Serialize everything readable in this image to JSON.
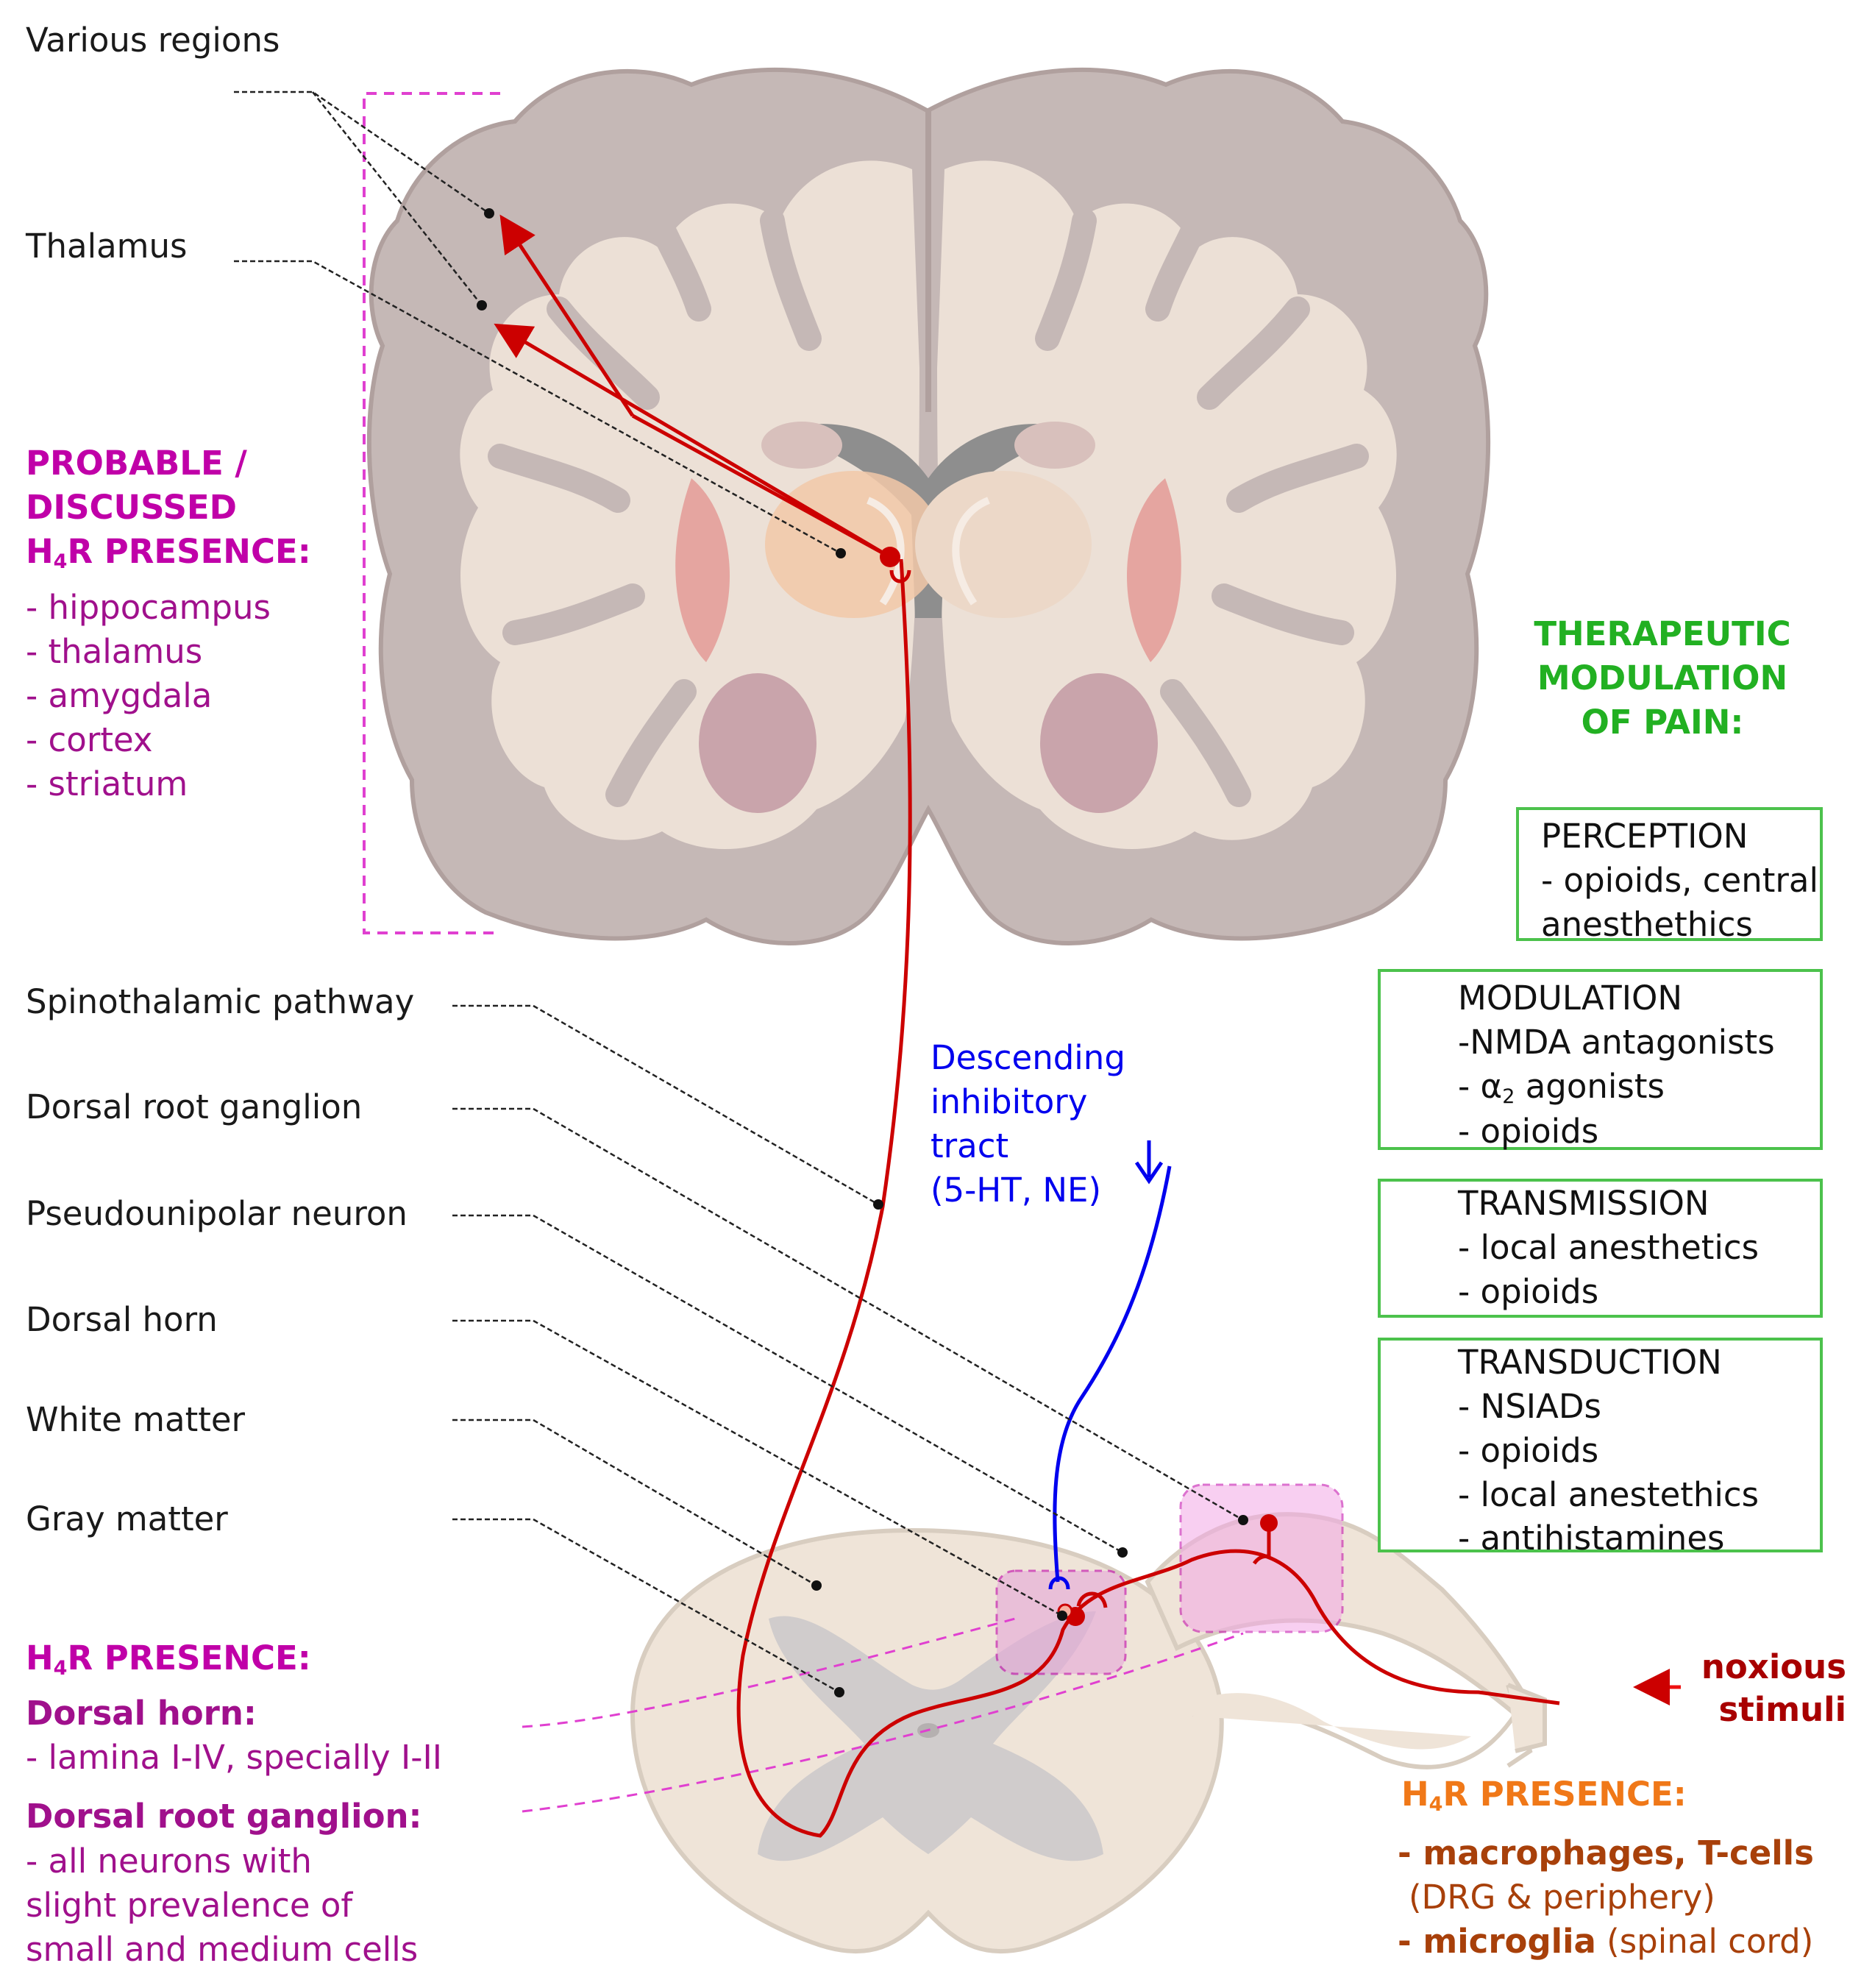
{
  "labels": {
    "various_regions": "Various regions",
    "thalamus": "Thalamus",
    "spinothalamic": "Spinothalamic pathway",
    "drg": "Dorsal root ganglion",
    "pseudounipolar": "Pseudounipolar neuron",
    "dorsal_horn": "Dorsal horn",
    "white_matter": "White matter",
    "gray_matter": "Gray matter"
  },
  "probable": {
    "line1": "PROBABLE /",
    "line2": "DISCUSSED",
    "h4r_prefix": "H",
    "h4r_sub": "4",
    "h4r_suffix": "R  PRESENCE:",
    "items": [
      "- hippocampus",
      "- thalamus",
      "- amygdala",
      "- cortex",
      "- striatum"
    ]
  },
  "therapeutic": {
    "title_lines": [
      "THERAPEUTIC",
      "MODULATION",
      "OF PAIN:"
    ],
    "perception": {
      "title": "PERCEPTION",
      "lines": [
        "- opioids, central",
        "anesthethics"
      ]
    },
    "modulation": {
      "title": "MODULATION",
      "line1": "-NMDA antagonists",
      "alpha_prefix": "- α",
      "alpha_sub": "2",
      "alpha_suffix": " agonists",
      "line3": "- opioids"
    },
    "transmission": {
      "title": "TRANSMISSION",
      "lines": [
        "- local anesthetics",
        "- opioids"
      ]
    },
    "transduction": {
      "title": "TRANSDUCTION",
      "lines": [
        "- NSIADs",
        "- opioids",
        "- local anestethics",
        "- antihistamines"
      ]
    }
  },
  "descending": {
    "lines": [
      "Descending",
      "inhibitory",
      "tract",
      "(5-HT, NE)"
    ]
  },
  "h4r_left": {
    "title_prefix": "H",
    "title_sub": "4",
    "title_suffix": "R PRESENCE:",
    "dorsal_horn_title": "Dorsal horn:",
    "dorsal_horn_text": "- lamina I-IV, specially I-II",
    "drg_title": "Dorsal root ganglion:",
    "drg_lines": [
      "- all neurons with",
      "slight prevalence of",
      "small and medium cells"
    ]
  },
  "noxious": {
    "line1": "noxious",
    "line2": "stimuli"
  },
  "h4r_right": {
    "title_prefix": "H",
    "title_sub": "4",
    "title_suffix": "R PRESENCE:",
    "line1": "- macrophages, T-cells",
    "line2": "(DRG & periphery)",
    "line3_bold": "- microglia",
    "line3_rest": " (spinal cord)"
  },
  "colors": {
    "pathway_red": "#cc0000",
    "descending_blue": "#0000ee",
    "presence_magenta": "#c000a8",
    "therapeutic_green": "#22b022",
    "box_border_green": "#4cc24c",
    "presence_orange": "#f07818",
    "brown_text": "#a8400a"
  }
}
